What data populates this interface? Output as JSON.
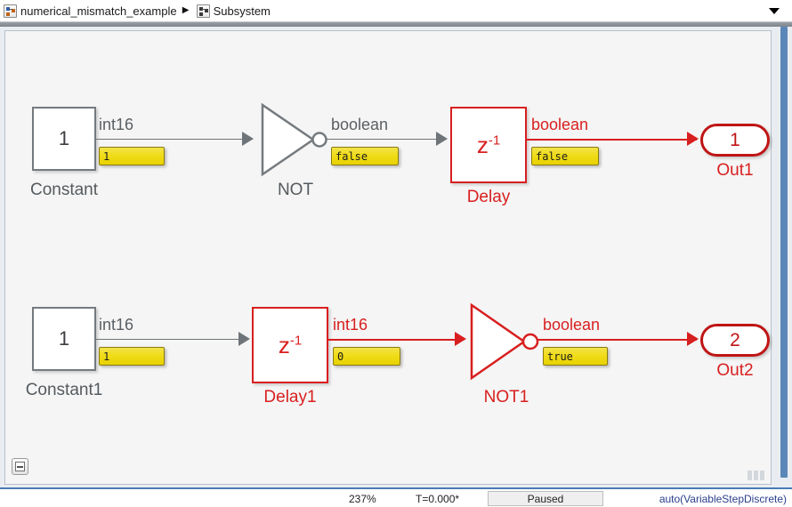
{
  "window": {
    "title": "Simulink Model Canvas"
  },
  "breadcrumb": {
    "separator": "▶",
    "items": [
      {
        "label": "numerical_mismatch_example",
        "icon": "subsystem-icon"
      },
      {
        "label": "Subsystem",
        "icon": "subsystem-icon"
      }
    ],
    "caret": "dropdown-caret-icon"
  },
  "status": {
    "zoom": "237%",
    "time": "T=0.000*",
    "state": "Paused",
    "solver": "auto(VariableStepDiscrete)"
  },
  "canvas": {
    "collapse_button": "collapse-minus-icon",
    "resize_grip": "resize-grip-icon"
  },
  "colors": {
    "highlight_red": "#d81f1f",
    "outport_red": "#c01515",
    "normal_gray": "#757a7e",
    "wire_gray": "#6e7478",
    "port_value_yellow": "#f0dc19",
    "scrollbar_blue": "#5b86b8",
    "solver_blue": "#2b3f8c"
  },
  "diagram": {
    "rows": [
      {
        "id": "row-1",
        "blocks": [
          {
            "name": "Constant",
            "type": "constant",
            "value": "1",
            "label": "Constant",
            "highlighted": false,
            "output_signal_type": "int16",
            "output_port_value": "1"
          },
          {
            "name": "NOT",
            "type": "logical-not",
            "label": "NOT",
            "highlighted": false,
            "output_signal_type": "boolean",
            "output_port_value": "false"
          },
          {
            "name": "Delay",
            "type": "delay",
            "value_base": "z",
            "value_exp": "-1",
            "label": "Delay",
            "highlighted": true,
            "output_signal_type": "boolean",
            "output_port_value": "false"
          },
          {
            "name": "Out1",
            "type": "outport",
            "value": "1",
            "label": "Out1",
            "highlighted": true
          }
        ]
      },
      {
        "id": "row-2",
        "blocks": [
          {
            "name": "Constant1",
            "type": "constant",
            "value": "1",
            "label": "Constant1",
            "highlighted": false,
            "output_signal_type": "int16",
            "output_port_value": "1"
          },
          {
            "name": "Delay1",
            "type": "delay",
            "value_base": "z",
            "value_exp": "-1",
            "label": "Delay1",
            "highlighted": true,
            "output_signal_type": "int16",
            "output_port_value": "0"
          },
          {
            "name": "NOT1",
            "type": "logical-not",
            "label": "NOT1",
            "highlighted": true,
            "output_signal_type": "boolean",
            "output_port_value": "true"
          },
          {
            "name": "Out2",
            "type": "outport",
            "value": "2",
            "label": "Out2",
            "highlighted": true
          }
        ]
      }
    ]
  }
}
